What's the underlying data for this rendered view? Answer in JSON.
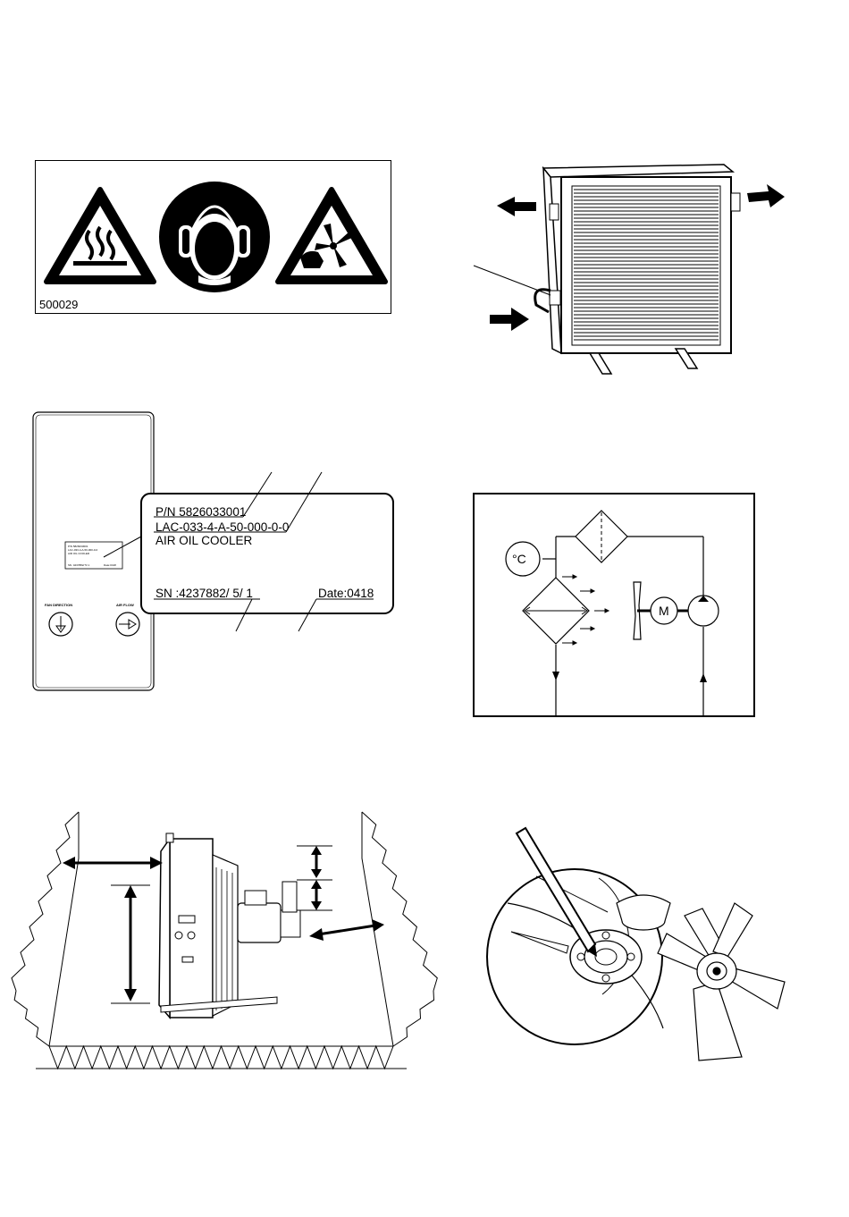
{
  "safety_signs": {
    "code": "500029",
    "icons": [
      "hot-surface-warning-icon",
      "ear-protection-icon",
      "rotating-fan-hazard-icon"
    ]
  },
  "type_plate": {
    "part_number": "P/N 5826033001",
    "model_code": "LAC-033-4-A-50-000-0-0",
    "product_name": "AIR OIL COOLER",
    "serial_number": "SN :4237882/  5/  1",
    "date": "Date:0418",
    "fan_direction_label": "FAN DIRECTION",
    "air_flow_label": "AIR FLOW",
    "mini_part_number": "P/N 5826033001",
    "mini_model_code": "LAC-033-4-A-50-000-0-0",
    "mini_product_name": "AIR OIL COOLER",
    "mini_serial": "SN :4237882/  5/  1",
    "mini_date": "Date:0418"
  },
  "hydraulic_diagram": {
    "temperature_symbol": "°C",
    "motor_symbol": "M"
  },
  "icons": {
    "flow_arrow": "filled-arrow-icon",
    "double_arrow": "double-headed-arrow-icon"
  }
}
